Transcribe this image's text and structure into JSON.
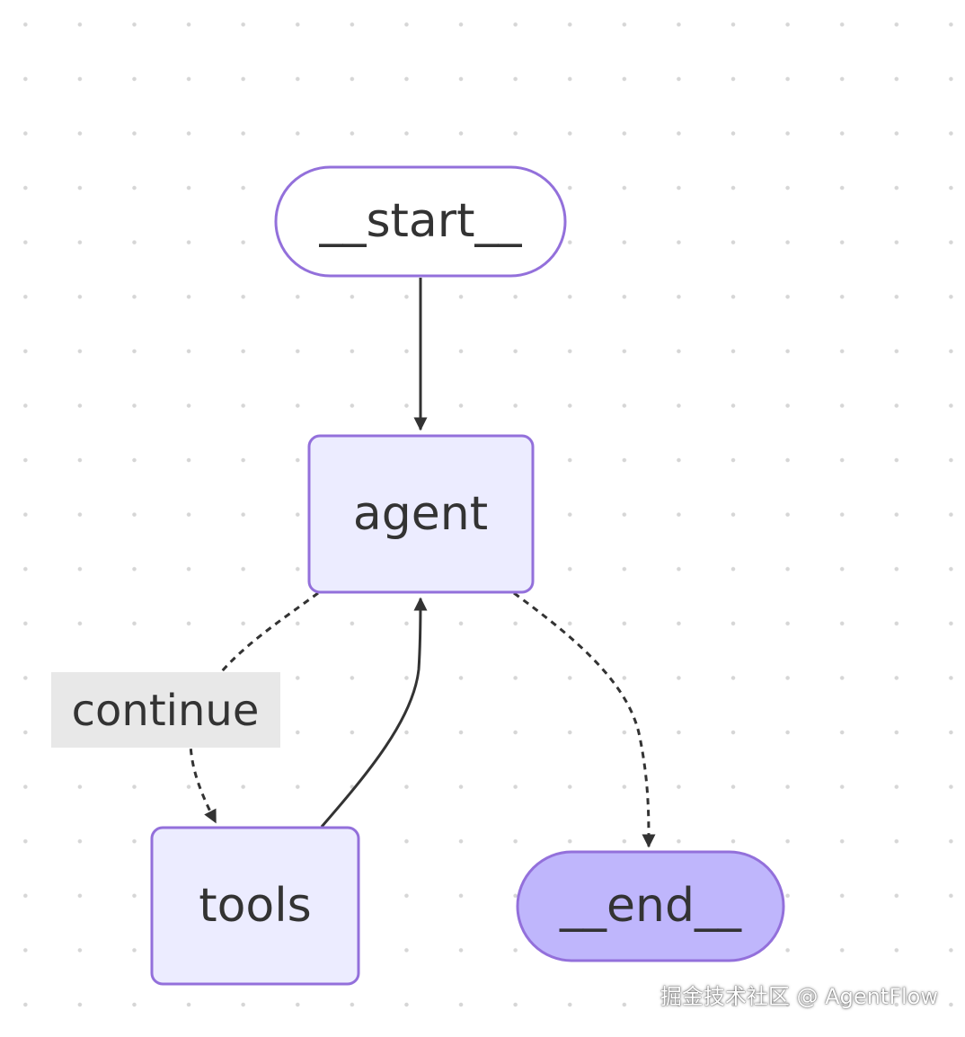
{
  "diagram": {
    "nodes": {
      "start": {
        "label": "__start__",
        "shape": "stadium",
        "fill": "#ffffff",
        "stroke": "#9370db"
      },
      "agent": {
        "label": "agent",
        "shape": "rounded-rect",
        "fill": "#ececff",
        "stroke": "#9370db"
      },
      "tools": {
        "label": "tools",
        "shape": "rounded-rect",
        "fill": "#ececff",
        "stroke": "#9370db"
      },
      "end": {
        "label": "__end__",
        "shape": "stadium",
        "fill": "#bfb6fc",
        "stroke": "#9370db"
      }
    },
    "edges": [
      {
        "from": "start",
        "to": "agent",
        "style": "solid"
      },
      {
        "from": "agent",
        "to": "tools",
        "style": "dashed",
        "label": "continue"
      },
      {
        "from": "tools",
        "to": "agent",
        "style": "solid"
      },
      {
        "from": "agent",
        "to": "end",
        "style": "dashed"
      }
    ],
    "edge_label_bg": "#e8e8e8",
    "edge_color": "#333333"
  },
  "watermark": "掘金技术社区 @ AgentFlow"
}
